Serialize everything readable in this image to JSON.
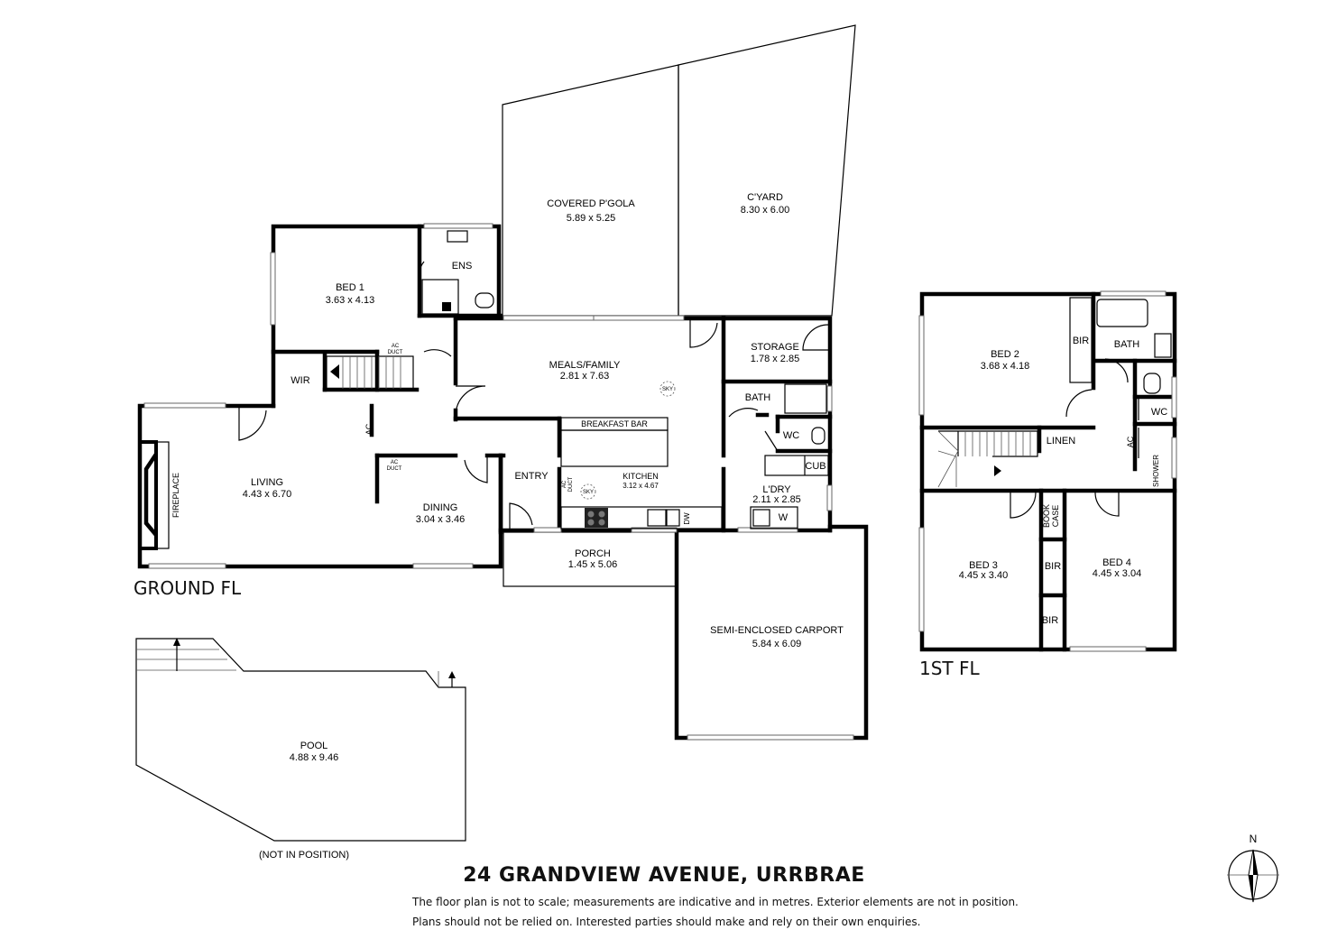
{
  "title": "24 GRANDVIEW AVENUE, URRBRAE",
  "disclaimer": [
    "The floor plan is not to scale; measurements are indicative and in metres. Exterior elements are not in position.",
    "Plans should not be relied on. Interested parties should make and rely on their own enquiries."
  ],
  "floors": {
    "ground": "GROUND FL",
    "first": "1ST FL"
  },
  "compass": "N",
  "rooms": {
    "pergola": {
      "name": "COVERED P'GOLA",
      "dim": "5.89 x 5.25"
    },
    "courtyard": {
      "name": "C'YARD",
      "dim": "8.30 x 6.00"
    },
    "bed1": {
      "name": "BED 1",
      "dim": "3.63 x 4.13"
    },
    "ens": {
      "name": "ENS"
    },
    "wir": {
      "name": "WIR"
    },
    "meals": {
      "name": "MEALS/FAMILY",
      "dim": "2.81 x 7.63"
    },
    "storage": {
      "name": "STORAGE",
      "dim": "1.78 x 2.85"
    },
    "bath_g": {
      "name": "BATH"
    },
    "wc_g": {
      "name": "WC"
    },
    "cub": {
      "name": "CUB"
    },
    "laundry": {
      "name": "L'DRY",
      "dim": "2.11 x 2.85"
    },
    "living": {
      "name": "LIVING",
      "dim": "4.43 x 6.70"
    },
    "fireplace": {
      "name": "FIREPLACE"
    },
    "dining": {
      "name": "DINING",
      "dim": "3.04 x 3.46"
    },
    "entry": {
      "name": "ENTRY"
    },
    "kitchen": {
      "name": "KITCHEN",
      "dim": "3.12 x 4.67"
    },
    "breakfast": {
      "name": "BREAKFAST BAR"
    },
    "porch": {
      "name": "PORCH",
      "dim": "1.45 x 5.06"
    },
    "carport": {
      "name": "SEMI-ENCLOSED CARPORT",
      "dim": "5.84 x 6.09"
    },
    "pool": {
      "name": "POOL",
      "dim": "4.88 x 9.46"
    },
    "bed2": {
      "name": "BED 2",
      "dim": "3.68 x 4.18"
    },
    "bir2": {
      "name": "BIR"
    },
    "bath_1": {
      "name": "BATH"
    },
    "wc_1": {
      "name": "WC"
    },
    "shower": {
      "name": "SHOWER"
    },
    "linen": {
      "name": "LINEN"
    },
    "bookcase": {
      "name": "BOOK CASE",
      "line1": "BOOK",
      "line2": "CASE"
    },
    "bed3": {
      "name": "BED 3",
      "dim": "4.45 x 3.40"
    },
    "bed4": {
      "name": "BED 4",
      "dim": "4.45 x 3.04"
    },
    "bir3": {
      "name": "BIR"
    },
    "bir4": {
      "name": "BIR"
    }
  },
  "notes": {
    "not_in_position": "(NOT IN POSITION)",
    "ac": "AC",
    "ac_duct_1": "AC",
    "ac_duct_2": "DUCT",
    "sky": "SKY",
    "dw": "DW",
    "w": "W"
  }
}
